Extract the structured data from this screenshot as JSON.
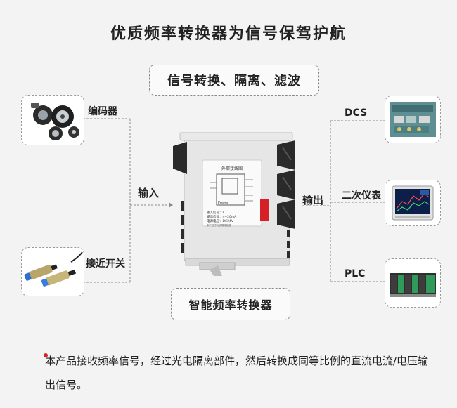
{
  "title": "优质频率转换器为信号保驾护航",
  "subtitle": "信号转换、隔离、滤波",
  "device_name": "智能频率转换器",
  "inputs": [
    {
      "label": "编码器"
    },
    {
      "label": "接近开关"
    }
  ],
  "input_arrow_label": "输入",
  "output_arrow_label": "输出",
  "outputs": [
    {
      "label": "DCS"
    },
    {
      "label": "二次仪表"
    },
    {
      "label": "PLC"
    }
  ],
  "device_panel": {
    "header": "外部接线图",
    "power": "Power",
    "spec_lines": [
      "输入信号：F",
      "输出信号：4~20mA",
      "电源电压：DC24V"
    ],
    "footnote": "本产品不允许带电插拔"
  },
  "description": "本产品接收频率信号，经过光电隔离部件，然后转换成同等比例的直流电流/电压输出信号。",
  "colors": {
    "bullet": "#d61f26",
    "warning_label": "#d61f26"
  }
}
